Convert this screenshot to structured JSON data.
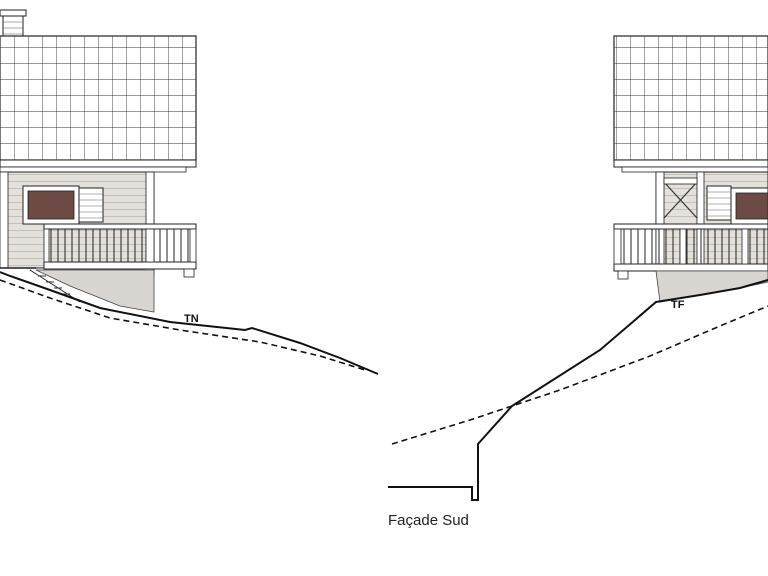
{
  "drawing": {
    "left_elevation": {
      "ground_label": "TN"
    },
    "right_elevation": {
      "ground_label": "TF"
    },
    "caption": "Façade Sud"
  },
  "colors": {
    "line": "#111111",
    "roof_fill": "#ffffff",
    "wood_fill": "#e4e0db",
    "window_fill": "#6e4a45",
    "foundation_fill": "#d9d6d2"
  }
}
